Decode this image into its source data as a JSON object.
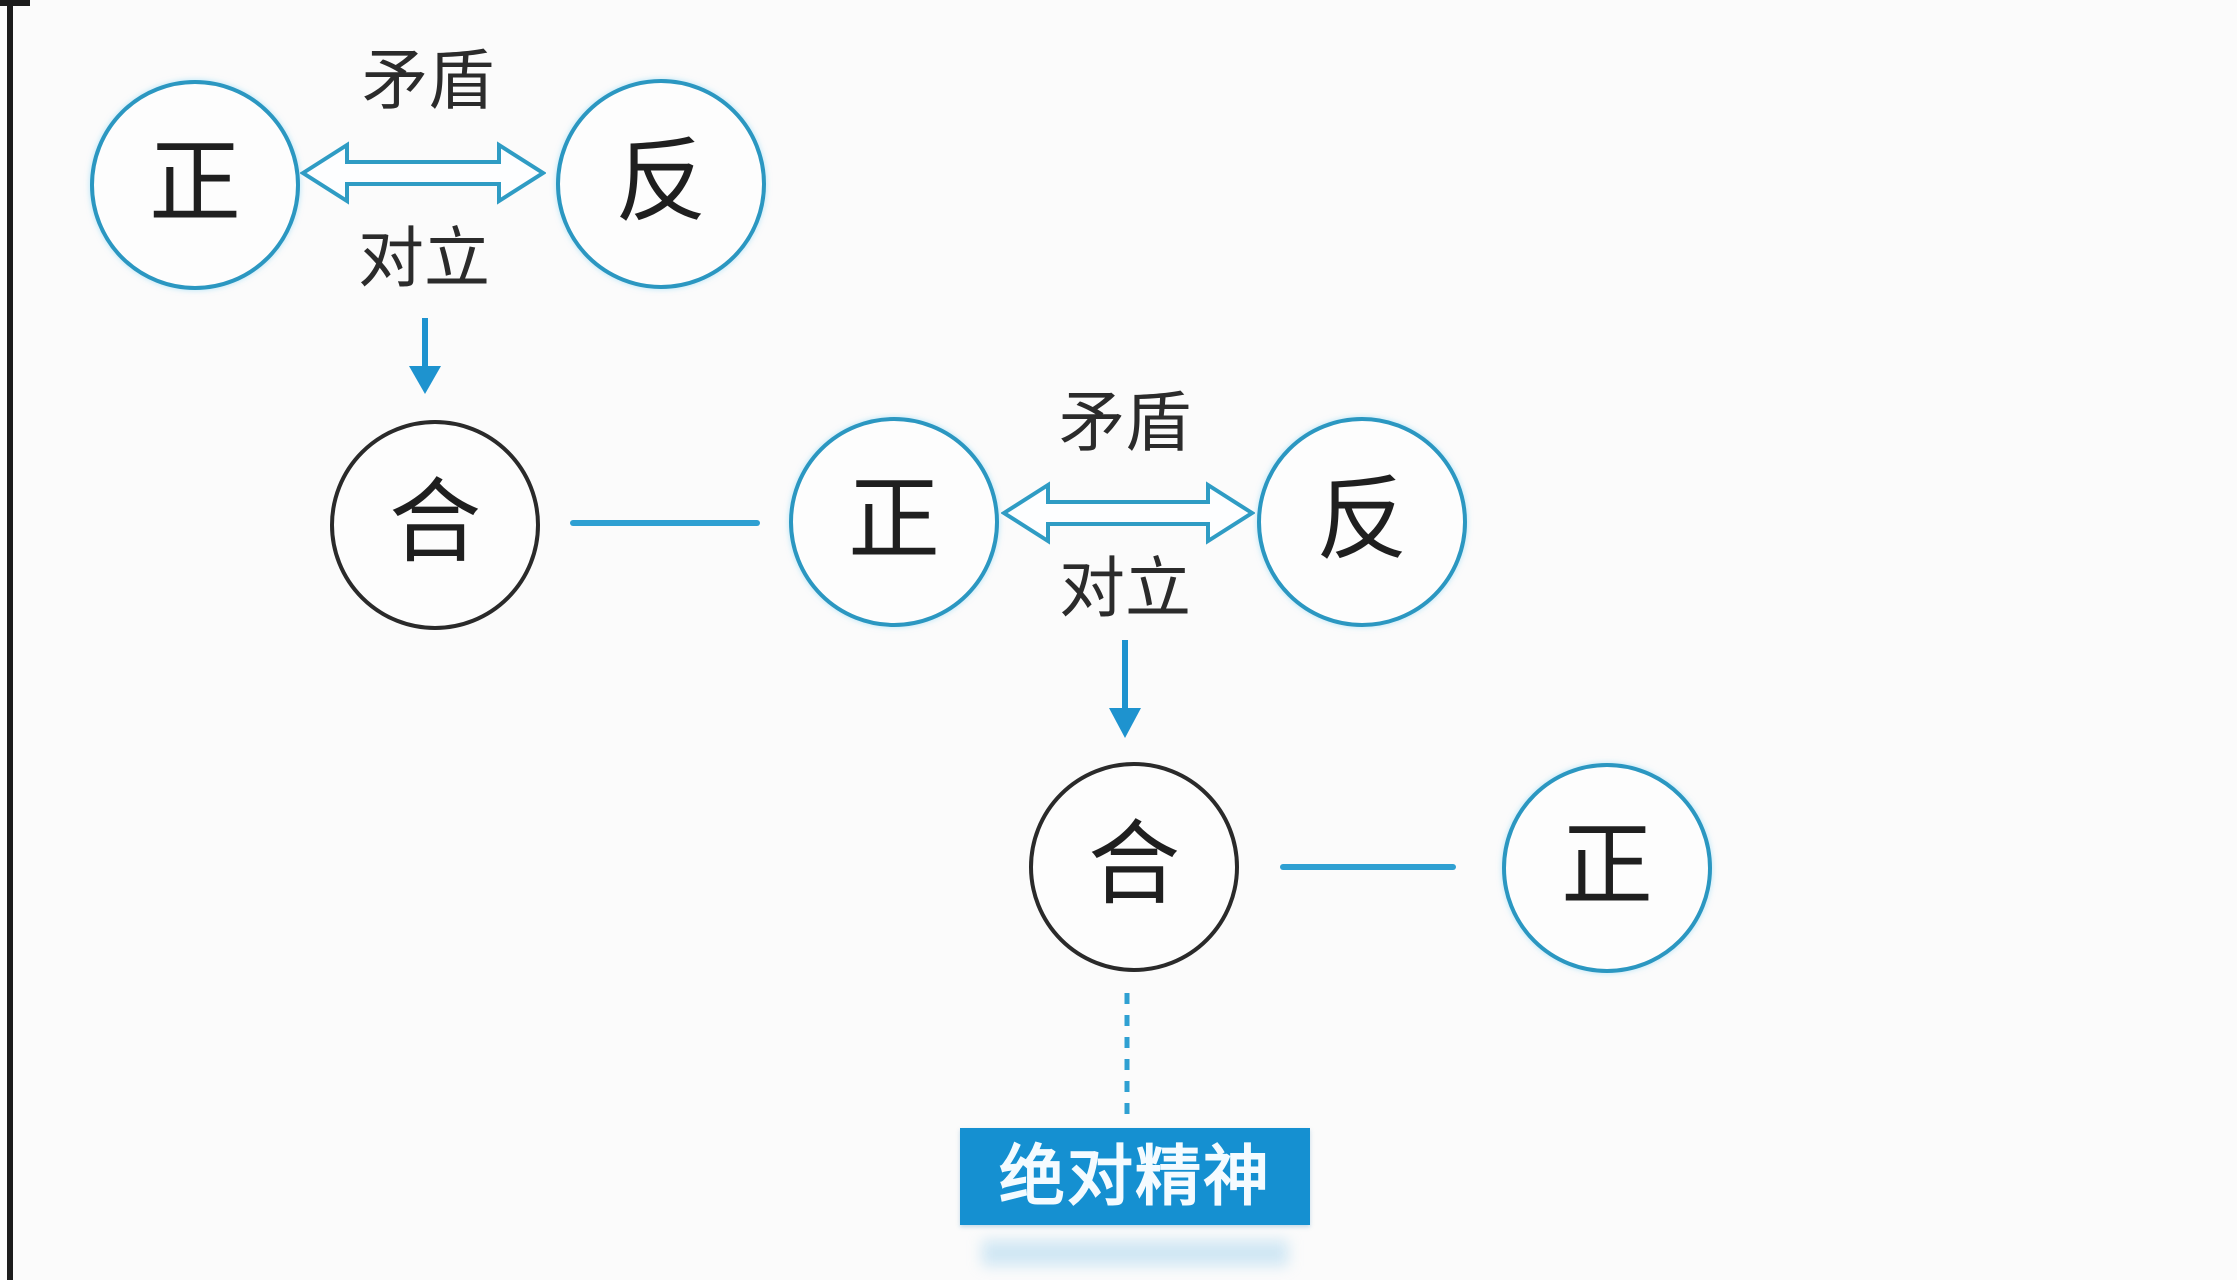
{
  "diagram_title": "dialectic-triad-cascade",
  "colors": {
    "node_blue_stroke": "#2b97c1",
    "node_black_stroke": "#2a2a2a",
    "arrow_blue": "#2fa0d2",
    "terminal_box_blue": "#1590d1",
    "terminal_text": "#f4fbff",
    "text_black": "#2b2b2b",
    "background": "#fbfbfb"
  },
  "nodes": [
    {
      "id": "thesis-1",
      "label": "正",
      "outline": "blue"
    },
    {
      "id": "antithesis-1",
      "label": "反",
      "outline": "blue"
    },
    {
      "id": "synthesis-1",
      "label": "合",
      "outline": "black"
    },
    {
      "id": "thesis-2",
      "label": "正",
      "outline": "blue"
    },
    {
      "id": "antithesis-2",
      "label": "反",
      "outline": "blue"
    },
    {
      "id": "synthesis-2",
      "label": "合",
      "outline": "black"
    },
    {
      "id": "thesis-3",
      "label": "正",
      "outline": "blue"
    }
  ],
  "groups": [
    {
      "contradiction": "矛盾",
      "opposition": "对立"
    },
    {
      "contradiction": "矛盾",
      "opposition": "对立"
    }
  ],
  "terminal": {
    "label": "绝对精神"
  }
}
